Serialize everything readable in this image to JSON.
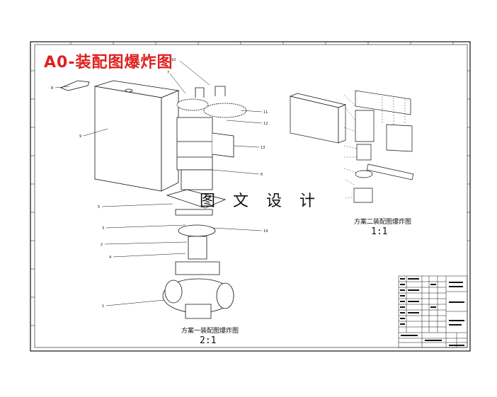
{
  "sheet": {
    "title": "A0-装配图爆炸图",
    "watermark": "图 文 设 计"
  },
  "views": {
    "main": {
      "caption": "方案一装配图爆炸图",
      "scale": "2:1"
    },
    "alt": {
      "caption": "方案二装配图爆炸图",
      "scale": "1:1"
    }
  },
  "part_numbers": [
    "8",
    "9",
    "7",
    "10",
    "11",
    "12",
    "13",
    "6",
    "5",
    "3",
    "14",
    "2",
    "4",
    "1"
  ],
  "colors": {
    "title": "#e02020",
    "line": "#111111",
    "paper": "#ffffff"
  }
}
